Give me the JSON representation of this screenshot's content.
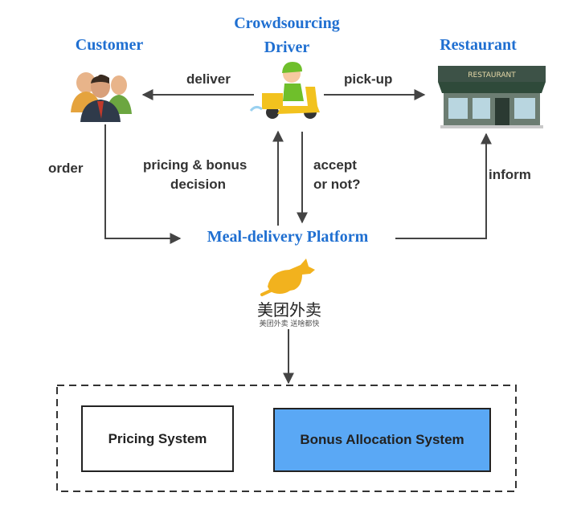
{
  "actors": {
    "customer": "Customer",
    "driver_line1": "Crowdsourcing",
    "driver_line2": "Driver",
    "restaurant": "Restaurant",
    "platform": "Meal-delivery Platform"
  },
  "edges": {
    "deliver": "deliver",
    "pickup": "pick-up",
    "order": "order",
    "pricing_line1": "pricing & bonus",
    "pricing_line2": "decision",
    "accept_line1": "accept",
    "accept_line2": "or not?",
    "inform": "inform"
  },
  "logo": {
    "title": "美团外卖",
    "tagline": "美团外卖 送啥都快"
  },
  "restaurant_sign": "RESTAURANT",
  "systems": {
    "pricing": "Pricing System",
    "bonus": "Bonus Allocation System"
  },
  "colors": {
    "actor_text": "#1f6fd1",
    "bonus_fill": "#5aa8f5",
    "logo_yellow": "#f2b21e"
  }
}
